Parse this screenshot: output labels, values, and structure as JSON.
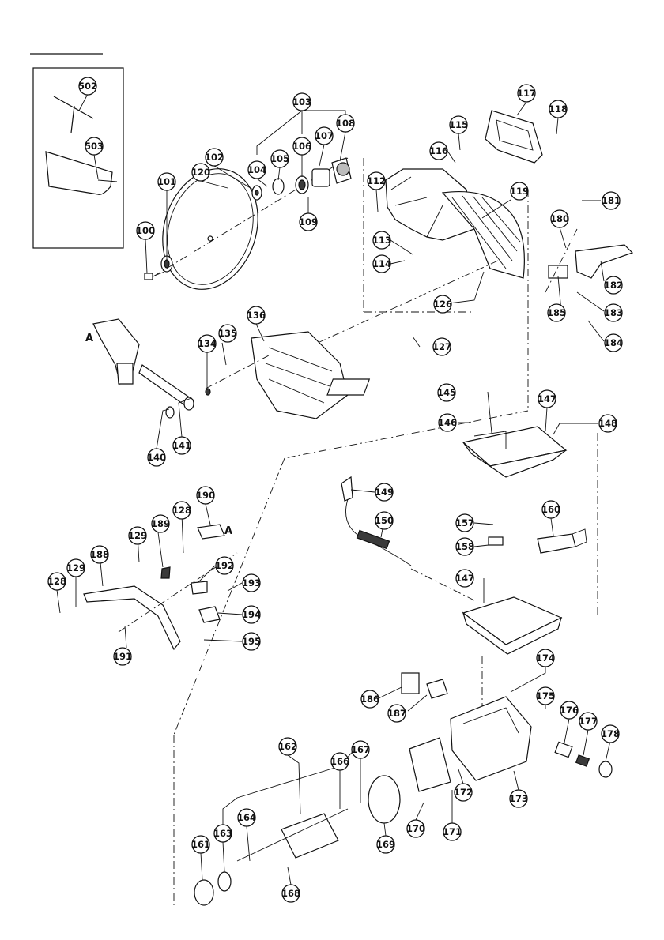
{
  "diagram": {
    "reference_marks": [
      "A",
      "A"
    ],
    "callouts": [
      "502",
      "503",
      "100",
      "101",
      "102",
      "103",
      "104",
      "105",
      "106",
      "107",
      "108",
      "109",
      "120",
      "112",
      "113",
      "114",
      "115",
      "116",
      "117",
      "118",
      "119",
      "126",
      "127",
      "134",
      "135",
      "136",
      "140",
      "141",
      "145",
      "146",
      "147",
      "148",
      "149",
      "150",
      "157",
      "158",
      "160",
      "180",
      "181",
      "182",
      "183",
      "184",
      "185",
      "128",
      "129",
      "188",
      "189",
      "190",
      "191",
      "192",
      "193",
      "194",
      "195",
      "161",
      "162",
      "163",
      "164",
      "166",
      "167",
      "168",
      "169",
      "170",
      "171",
      "172",
      "173",
      "174",
      "175",
      "176",
      "177",
      "178",
      "186",
      "187"
    ]
  }
}
